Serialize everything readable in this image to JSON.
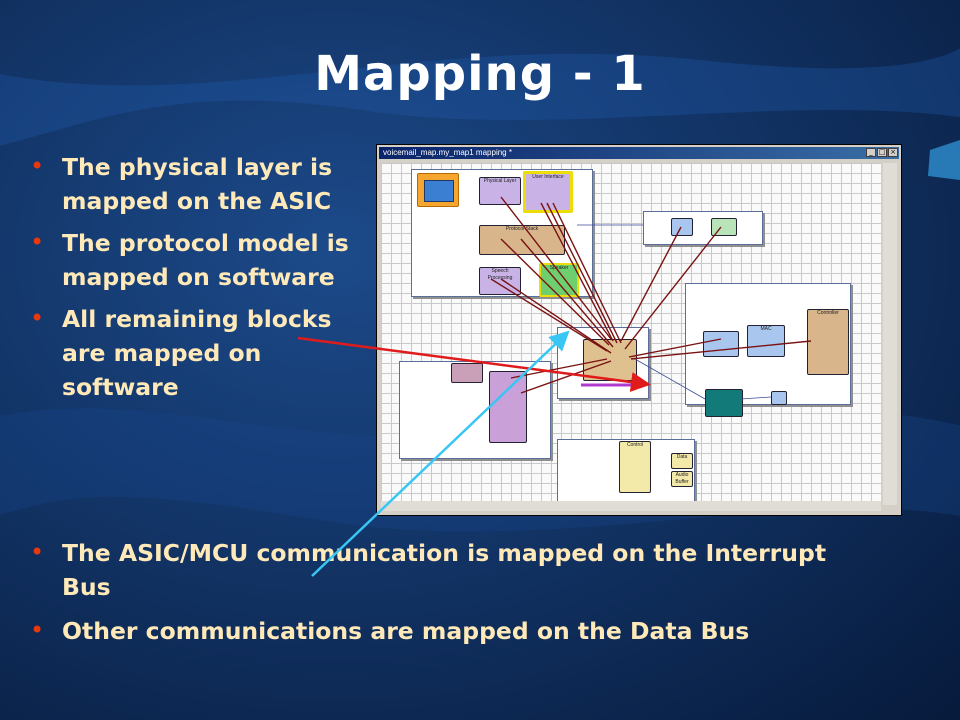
{
  "slide": {
    "title": "Mapping - 1",
    "bullets_left": [
      "The physical layer is mapped on the ASIC",
      "The protocol model is mapped on software",
      "All remaining blocks are mapped on software"
    ],
    "bullets_bottom": [
      "The ASIC/MCU communication is mapped on the Interrupt Bus",
      "Other communications are mapped on the Data Bus"
    ]
  },
  "screenshot": {
    "window_title": "voicemail_map.my_map1 mapping *",
    "controls": [
      "_",
      "□",
      "×"
    ],
    "blocks": {
      "physical": "Physical Layer",
      "user": "User Interface",
      "protocol": "Protocol Stack",
      "speech": "Speech Processing",
      "speaker": "Speaker",
      "mac": "MAC",
      "controller": "Controller",
      "control": "Control",
      "data": "Data",
      "audio": "Audio Buffer"
    }
  },
  "colors": {
    "background": "#0c2650",
    "title": "#ffffff",
    "bullet_text": "#ffe9b8",
    "bullet_dot": "#e8380d",
    "arrow_red": "#e01b1b",
    "arrow_cyan": "#38c6f4"
  }
}
